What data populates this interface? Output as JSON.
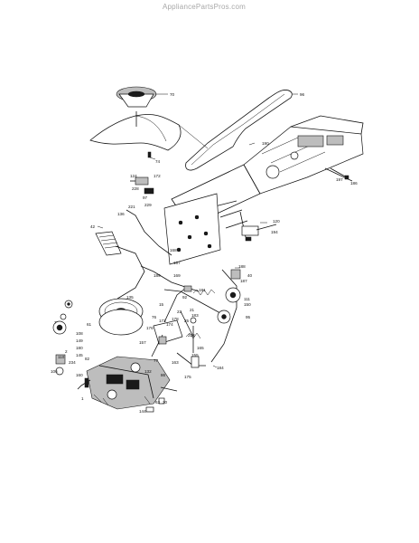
{
  "watermark": "AppliancePartsPros.com",
  "callouts": [
    "70",
    "96",
    "74",
    "190",
    "124",
    "172",
    "228",
    "97",
    "229",
    "197",
    "186",
    "221",
    "136",
    "120",
    "194",
    "42",
    "168",
    "167",
    "189",
    "169",
    "188",
    "181",
    "135",
    "40",
    "61",
    "187",
    "15",
    "92",
    "21",
    "111",
    "150",
    "23",
    "183",
    "25",
    "178",
    "174",
    "173",
    "76",
    "176",
    "95",
    "7",
    "223",
    "108",
    "149",
    "180",
    "145",
    "234",
    "82",
    "157",
    "2",
    "110",
    "77",
    "86",
    "106",
    "160",
    "132",
    "1",
    "144",
    "63",
    "20",
    "184",
    "175",
    "163",
    "155",
    "165"
  ],
  "icons": {
    "belt": "drive-belt-icon",
    "pulley": "pulley-icon",
    "transaxle": "transaxle-icon",
    "frame": "chassis-frame-icon",
    "pedal": "pedal-icon"
  }
}
